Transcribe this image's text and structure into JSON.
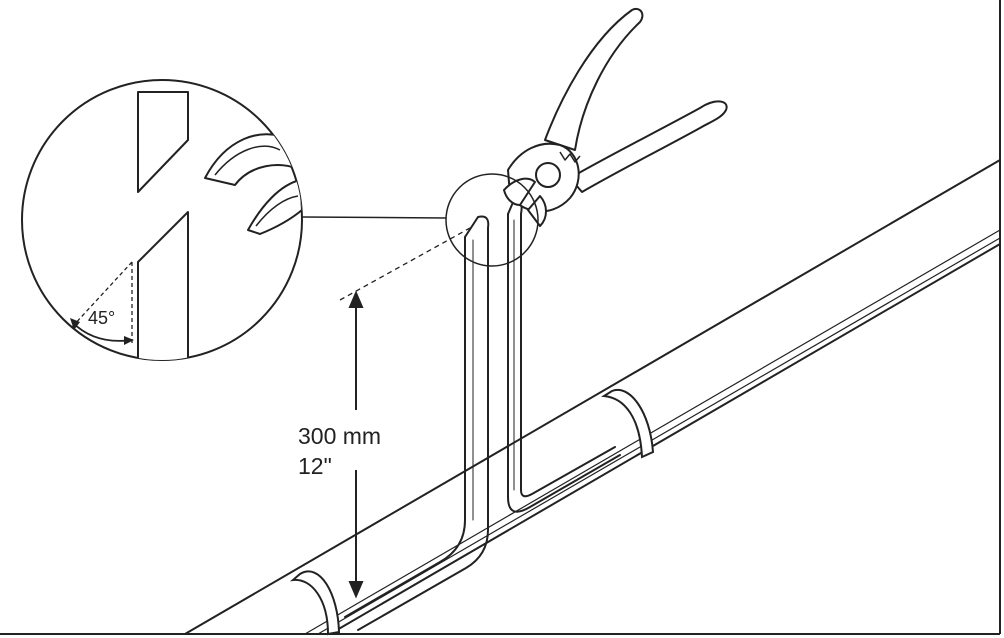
{
  "diagram": {
    "dimension_mm": "300 mm",
    "dimension_in": "12\"",
    "angle_label": "45°"
  },
  "colors": {
    "line": "#222222",
    "background": "#ffffff"
  },
  "icons": [
    "side-cutter-pliers-icon",
    "magnifier-detail-circle"
  ]
}
